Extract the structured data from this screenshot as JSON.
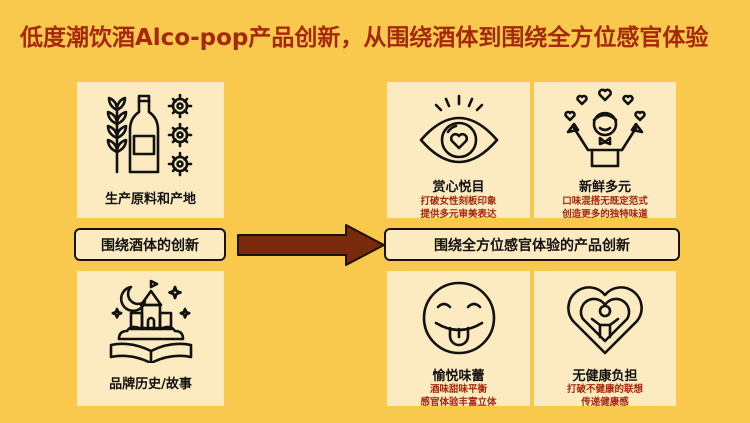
{
  "title": "低度潮饮酒Alco-pop产品创新，从围绕酒体到围绕全方位感官体验",
  "left": {
    "top_card_label": "生产原料和产地",
    "pill": "围绕酒体的创新",
    "bottom_card_label": "品牌历史/故事"
  },
  "right": {
    "pill": "围绕全方位感官体验的产品创新",
    "cards": [
      {
        "title": "赏心悦目",
        "line1": "打破女性刻板印象",
        "line2": "提供多元审美表达"
      },
      {
        "title": "新鲜多元",
        "line1": "口味混搭无既定范式",
        "line2": "创造更多的独特味道"
      },
      {
        "title": "愉悦味蕾",
        "line1": "酒味甜味平衡",
        "line2": "感官体验丰富立体"
      },
      {
        "title": "无健康负担",
        "line1": "打破不健康的联想",
        "line2": "传递健康感"
      }
    ]
  },
  "colors": {
    "background": "#F8C94D",
    "card": "#FCEBC0",
    "title": "#A6280A",
    "arrow": "#7A2A0C"
  }
}
